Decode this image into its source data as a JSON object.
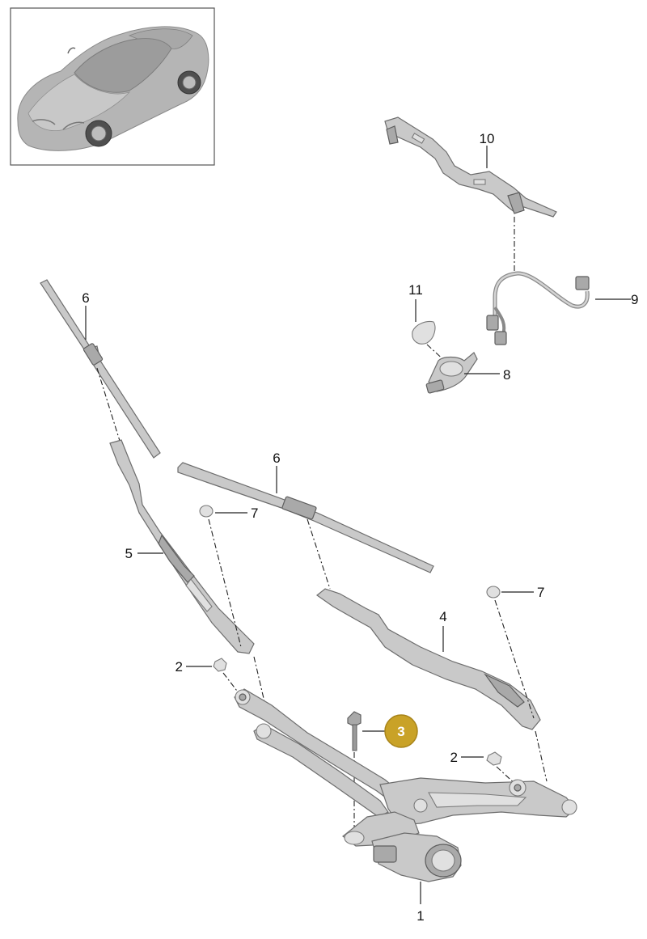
{
  "callouts": {
    "c1": "1",
    "c2a": "2",
    "c2b": "2",
    "c3": "3",
    "c4": "4",
    "c5": "5",
    "c6a": "6",
    "c6b": "6",
    "c7a": "7",
    "c7b": "7",
    "c8": "8",
    "c9": "9",
    "c10": "10",
    "c11": "11"
  },
  "colors": {
    "highlight_badge": "#c9a227",
    "highlight_text": "#ffffff",
    "part_fill": "#c9c9c9",
    "line": "#222222"
  },
  "icons": {
    "thumbnail": "car-thumbnail-icon"
  }
}
